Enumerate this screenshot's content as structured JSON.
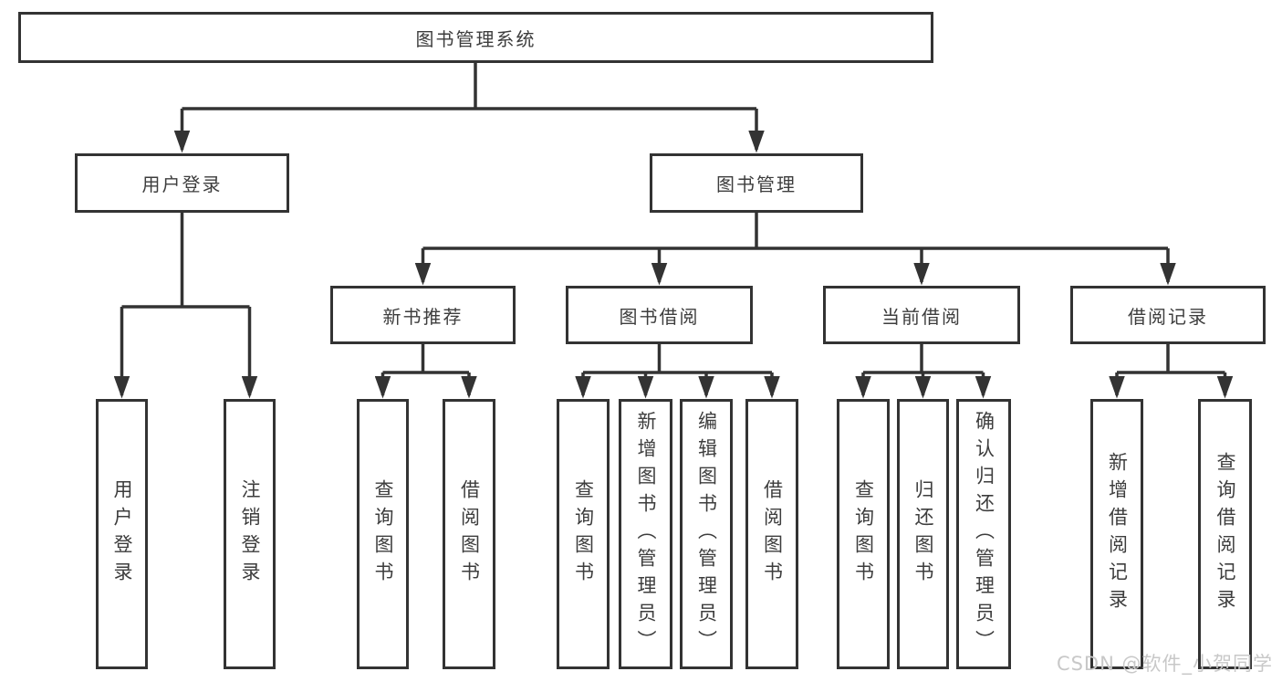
{
  "diagram": {
    "root": "图书管理系统",
    "branches": [
      {
        "label": "用户登录",
        "children": [
          "用户登录",
          "注销登录"
        ]
      },
      {
        "label": "图书管理",
        "sections": [
          {
            "label": "新书推荐",
            "children": [
              "查询图书",
              "借阅图书"
            ]
          },
          {
            "label": "图书借阅",
            "children": [
              "查询图书",
              "新增图书（管理员）",
              "编辑图书（管理员）",
              "借阅图书"
            ]
          },
          {
            "label": "当前借阅",
            "children": [
              "查询图书",
              "归还图书",
              "确认归还（管理员）"
            ]
          },
          {
            "label": "借阅记录",
            "children": [
              "新增借阅记录",
              "查询借阅记录"
            ]
          }
        ]
      }
    ]
  },
  "watermark": "CSDN @软件_小贺同学",
  "colors": {
    "line": "#333333",
    "text": "#3d3d3d",
    "box_background": "#ffffff",
    "page_background": "#ffffff",
    "watermark": "#c8c8c8"
  }
}
